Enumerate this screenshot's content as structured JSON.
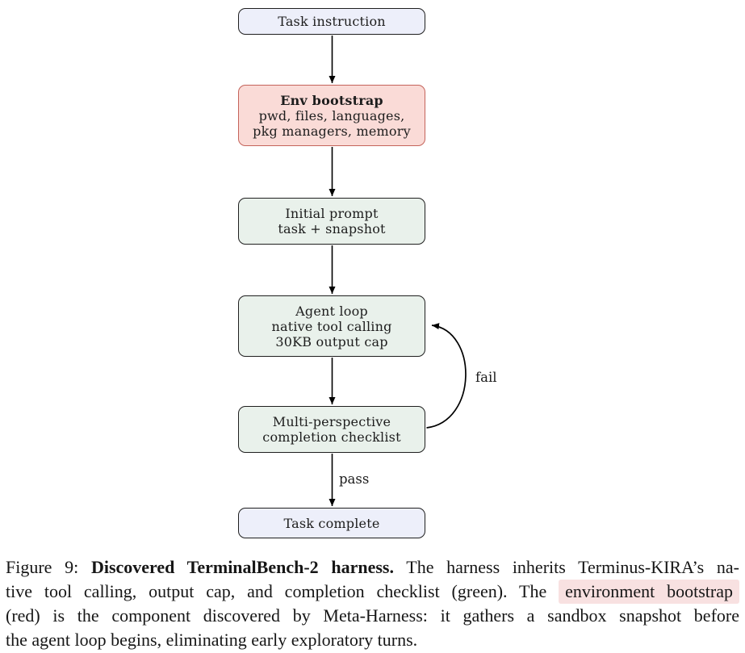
{
  "figure": {
    "nodes": [
      {
        "id": "task-instruction",
        "type": "neutral",
        "lines": [
          "Task instruction"
        ]
      },
      {
        "id": "env-bootstrap",
        "type": "red",
        "lines": [
          "Env bootstrap",
          "pwd, files, languages,",
          "pkg managers, memory"
        ]
      },
      {
        "id": "initial-prompt",
        "type": "green",
        "lines": [
          "Initial prompt",
          "task + snapshot"
        ]
      },
      {
        "id": "agent-loop",
        "type": "green",
        "lines": [
          "Agent loop",
          "native tool calling",
          "30KB output cap"
        ]
      },
      {
        "id": "completion-checklist",
        "type": "green",
        "lines": [
          "Multi-perspective",
          "completion checklist"
        ]
      },
      {
        "id": "task-complete",
        "type": "neutral",
        "lines": [
          "Task complete"
        ]
      }
    ],
    "edge_labels": {
      "pass": "pass",
      "fail": "fail"
    },
    "colors": {
      "neutral_fill": "#edeffa",
      "neutral_border": "#1f1f1f",
      "red_fill": "#fadbd7",
      "red_border": "#c4635a",
      "green_fill": "#e9f1eb",
      "green_border": "#1f1f1f",
      "arrow": "#000000",
      "caption_highlight": "#f8e1e1"
    }
  },
  "caption": {
    "lines": [
      {
        "segments": [
          {
            "text": "Figure 9: ",
            "style": "regular"
          },
          {
            "text": "Discovered TerminalBench-2 harness.",
            "style": "bold"
          },
          {
            "text": " The harness inherits Terminus-KIRA’s na-",
            "style": "regular"
          }
        ]
      },
      {
        "segments": [
          {
            "text": "tive tool calling, output cap, and completion checklist (green). The ",
            "style": "regular"
          },
          {
            "text": "environment bootstrap",
            "style": "highlight"
          }
        ]
      },
      {
        "segments": [
          {
            "text": "(red) is the component discovered by Meta-Harness: it gathers a sandbox snapshot before",
            "style": "regular"
          }
        ]
      },
      {
        "segments": [
          {
            "text": "the agent loop begins, eliminating early exploratory turns.",
            "style": "regular"
          }
        ]
      }
    ]
  }
}
